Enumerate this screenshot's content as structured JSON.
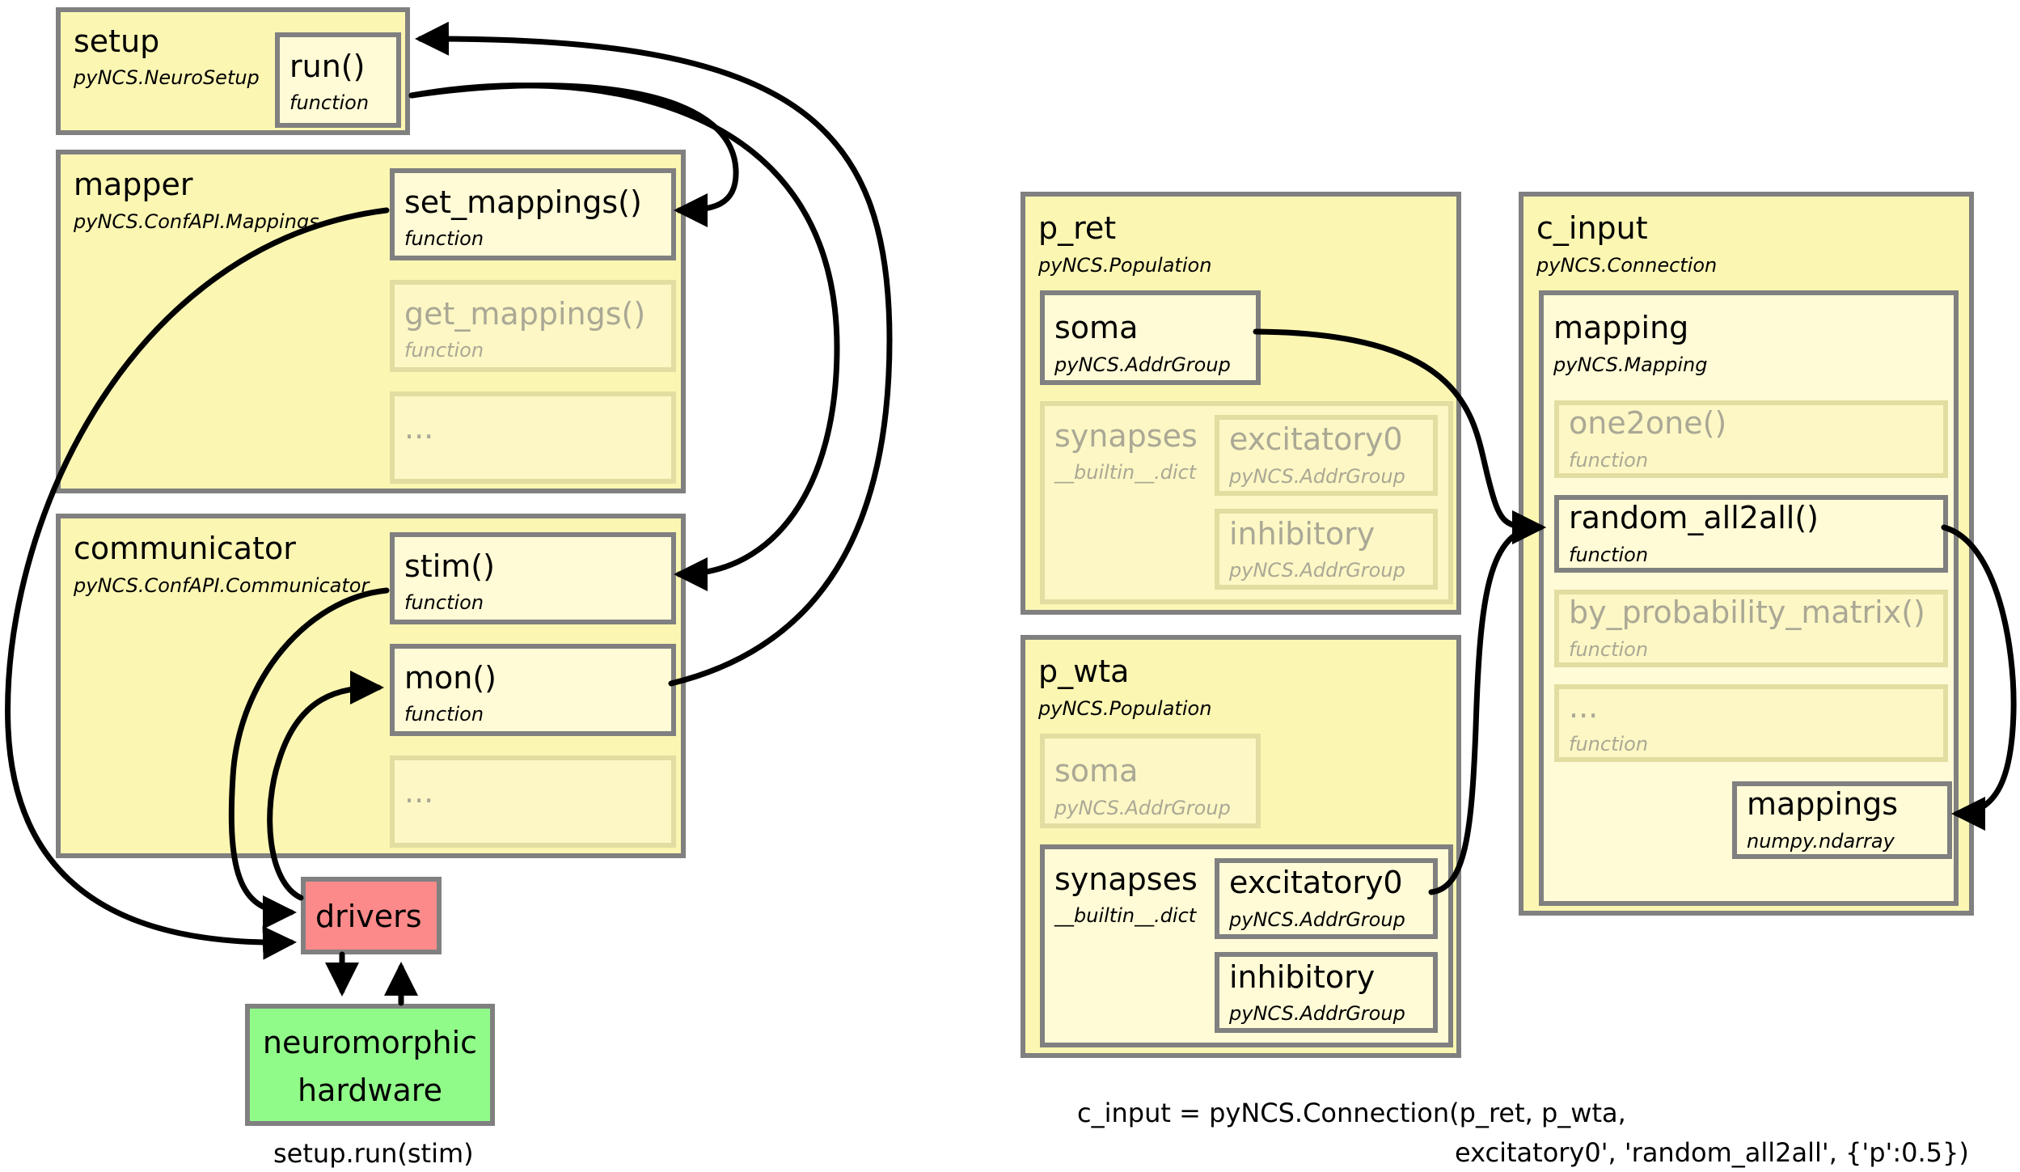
{
  "setup": {
    "title": "setup",
    "type": "pyNCS.NeuroSetup",
    "run": {
      "title": "run()",
      "type": "function"
    }
  },
  "mapper": {
    "title": "mapper",
    "type": "pyNCS.ConfAPI.Mappings",
    "set_mappings": {
      "title": "set_mappings()",
      "type": "function"
    },
    "get_mappings": {
      "title": "get_mappings()",
      "type": "function"
    },
    "more": "..."
  },
  "communicator": {
    "title": "communicator",
    "type": "pyNCS.ConfAPI.Communicator",
    "stim": {
      "title": "stim()",
      "type": "function"
    },
    "mon": {
      "title": "mon()",
      "type": "function"
    },
    "more": "..."
  },
  "drivers": "drivers",
  "hardware": {
    "line1": "neuromorphic",
    "line2": "hardware"
  },
  "left_caption": "setup.run(stim)",
  "p_ret": {
    "title": "p_ret",
    "type": "pyNCS.Population",
    "soma": {
      "title": "soma",
      "type": "pyNCS.AddrGroup"
    },
    "synapses": {
      "title": "synapses",
      "type": "__builtin__.dict",
      "excitatory": {
        "title": "excitatory0",
        "type": "pyNCS.AddrGroup"
      },
      "inhibitory": {
        "title": "inhibitory",
        "type": "pyNCS.AddrGroup"
      }
    }
  },
  "p_wta": {
    "title": "p_wta",
    "type": "pyNCS.Population",
    "soma": {
      "title": "soma",
      "type": "pyNCS.AddrGroup"
    },
    "synapses": {
      "title": "synapses",
      "type": "__builtin__.dict",
      "excitatory": {
        "title": "excitatory0",
        "type": "pyNCS.AddrGroup"
      },
      "inhibitory": {
        "title": "inhibitory",
        "type": "pyNCS.AddrGroup"
      }
    }
  },
  "c_input": {
    "title": "c_input",
    "type": "pyNCS.Connection",
    "mapping": {
      "title": "mapping",
      "type": "pyNCS.Mapping",
      "one2one": {
        "title": "one2one()",
        "type": "function"
      },
      "random_all2all": {
        "title": "random_all2all()",
        "type": "function"
      },
      "by_probability": {
        "title": "by_probability_matrix()",
        "type": "function"
      },
      "more": {
        "title": "...",
        "type": "function"
      },
      "mappings": {
        "title": "mappings",
        "type": "numpy.ndarray"
      }
    }
  },
  "right_caption": {
    "line1": "c_input = pyNCS.Connection(p_ret, p_wta,",
    "line2": "excitatory0', 'random_all2all', {'p':0.5})"
  },
  "colors": {
    "container": "#fbf6b2",
    "inner": "#fffbd6",
    "border": "#808080",
    "drivers": "#fd8a8a",
    "hardware": "#91fb8a",
    "faded_text": "#aaa895"
  }
}
